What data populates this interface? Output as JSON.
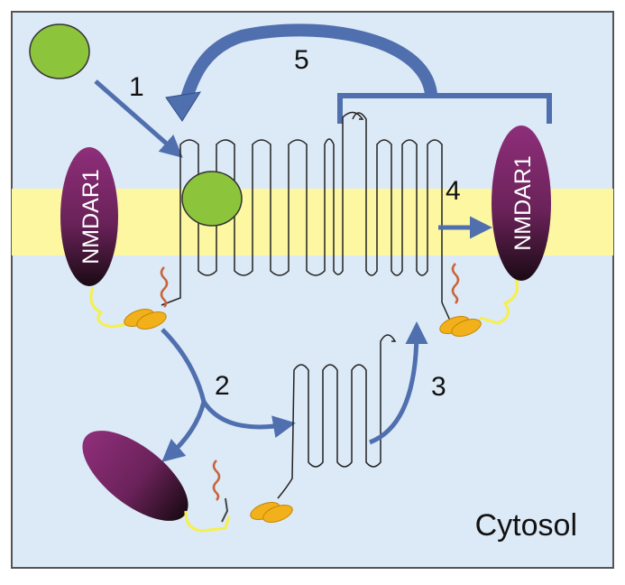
{
  "diagram": {
    "receptor_label": "NMDAR1",
    "compartment_label": "Cytosol",
    "steps": [
      "1",
      "2",
      "3",
      "4",
      "5"
    ]
  },
  "colors": {
    "background": "#dce9f6",
    "membrane": "#fdf7a2",
    "arrow": "#4f6fae",
    "ligand": "#8cc43c",
    "receptor_top": "#8e2e7a",
    "receptor_bottom": "#1a0a14",
    "tail": "#f6f04a",
    "anchor": "#f2b11b",
    "lipid": "#c8643a"
  }
}
